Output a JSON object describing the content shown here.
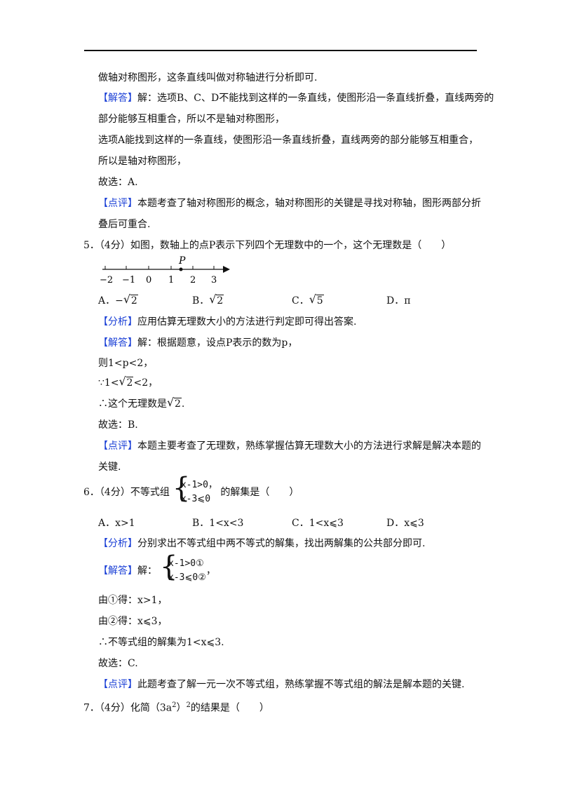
{
  "q4_tail": {
    "l1": "做轴对称图形，这条直线叫做对称轴进行分析即可.",
    "jieda_tag": "【解答】",
    "l2": "解：选项B、C、D不能找到这样的一条直线，使图形沿一条直线折叠，直线两旁的",
    "l3": "部分能够互相重合，所以不是轴对称图形，",
    "l4": "选项A能找到这样的一条直线，使图形沿一条直线折叠，直线两旁的部分能够互相重合，",
    "l5": "所以是轴对称图形，",
    "l6": "故选：A.",
    "dianping_tag": "【点评】",
    "l7": "本题考查了轴对称图形的概念，轴对称图形的关键是寻找对称轴，图形两部分折",
    "l8": "叠后可重合."
  },
  "q5": {
    "stem": "5．（4分）如图，数轴上的点P表示下列四个无理数中的一个，这个无理数是（　　）",
    "axis": {
      "point_label": "P",
      "ticks": [
        "−2",
        "−1",
        "0",
        "1",
        "2",
        "3"
      ]
    },
    "opt_a": "A．−",
    "opt_a_rad": "2",
    "opt_b": "B．",
    "opt_b_rad": "2",
    "opt_c": "C．",
    "opt_c_rad": "5",
    "opt_d": "D．π",
    "fenxi_tag": "【分析】",
    "fenxi": "应用估算无理数大小的方法进行判定即可得出答案.",
    "jieda_tag": "【解答】",
    "jieda": "解：根据题意，设点P表示的数为p，",
    "s1": "则1<p<2，",
    "s2a": "∵1<",
    "s2b": "2",
    "s2c": "<2，",
    "s3a": "∴这个无理数是",
    "s3b": "2",
    "s3c": ".",
    "s4": "故选：B.",
    "dianping_tag": "【点评】",
    "dp1": "本题主要考查了无理数，熟练掌握估算无理数大小的方法进行求解是解决本题的",
    "dp2": "关键."
  },
  "q6": {
    "stem_a": "6．（4分）不等式组",
    "sys1": "x-1>0，",
    "sys2": "x-3⩽0",
    "stem_b": "的解集是（　　）",
    "opt_a": "A．x>1",
    "opt_b": "B．1<x<3",
    "opt_c": "C．1<x⩽3",
    "opt_d": "D．x⩽3",
    "fenxi_tag": "【分析】",
    "fenxi": "分别求出不等式组中两不等式的解集，找出两解集的公共部分即可.",
    "jieda_tag": "【解答】",
    "jieda": "解：",
    "j1": "x-1>0①",
    "j2": "x-3⩽0②",
    "j3": "，",
    "s1": "由①得：x>1，",
    "s2": "由②得：x⩽3，",
    "s3": "∴不等式组的解集为1<x⩽3.",
    "s4": "故选：C.",
    "dianping_tag": "【点评】",
    "dp": "此题考查了解一元一次不等式组，熟练掌握不等式组的解法是解本题的关键."
  },
  "q7": {
    "stem_a": "7．（4分）化简（3a",
    "sup1": "2",
    "stem_b": "）",
    "sup2": "2",
    "stem_c": "的结果是（　　）"
  }
}
